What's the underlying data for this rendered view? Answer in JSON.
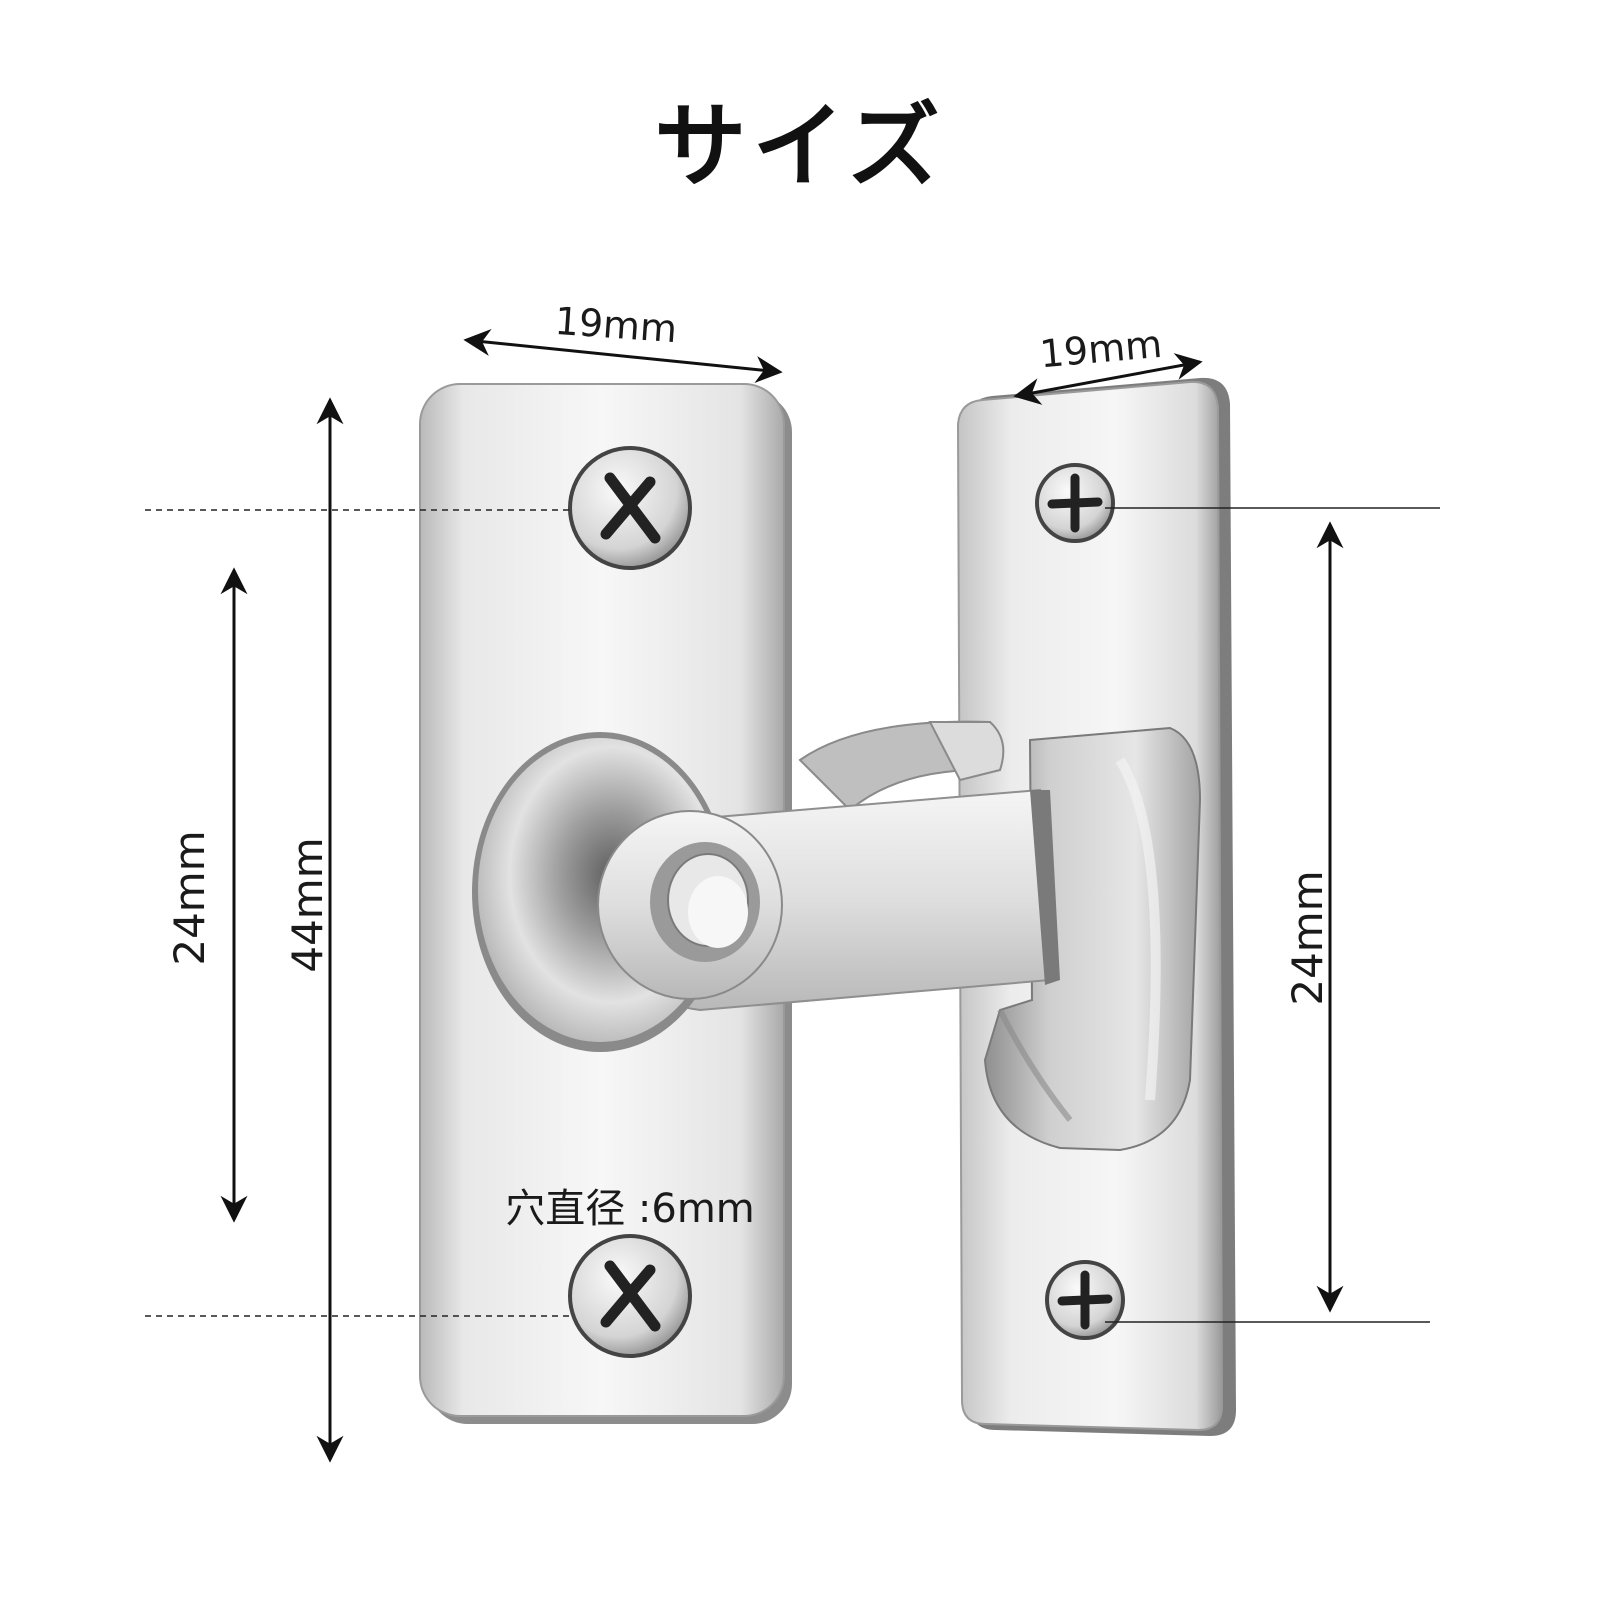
{
  "title": "サイズ",
  "dimensions": {
    "left_width": "19mm",
    "right_width": "19mm",
    "left_total_height": "44mm",
    "left_hole_spacing": "24mm",
    "right_hole_spacing": "24mm",
    "hole_diameter": "穴直径 :6mm"
  },
  "colors": {
    "text": "#1a1a1a",
    "metal_light": "#f4f4f4",
    "metal_mid": "#c9c9c9",
    "metal_dark": "#8a8a8a"
  }
}
